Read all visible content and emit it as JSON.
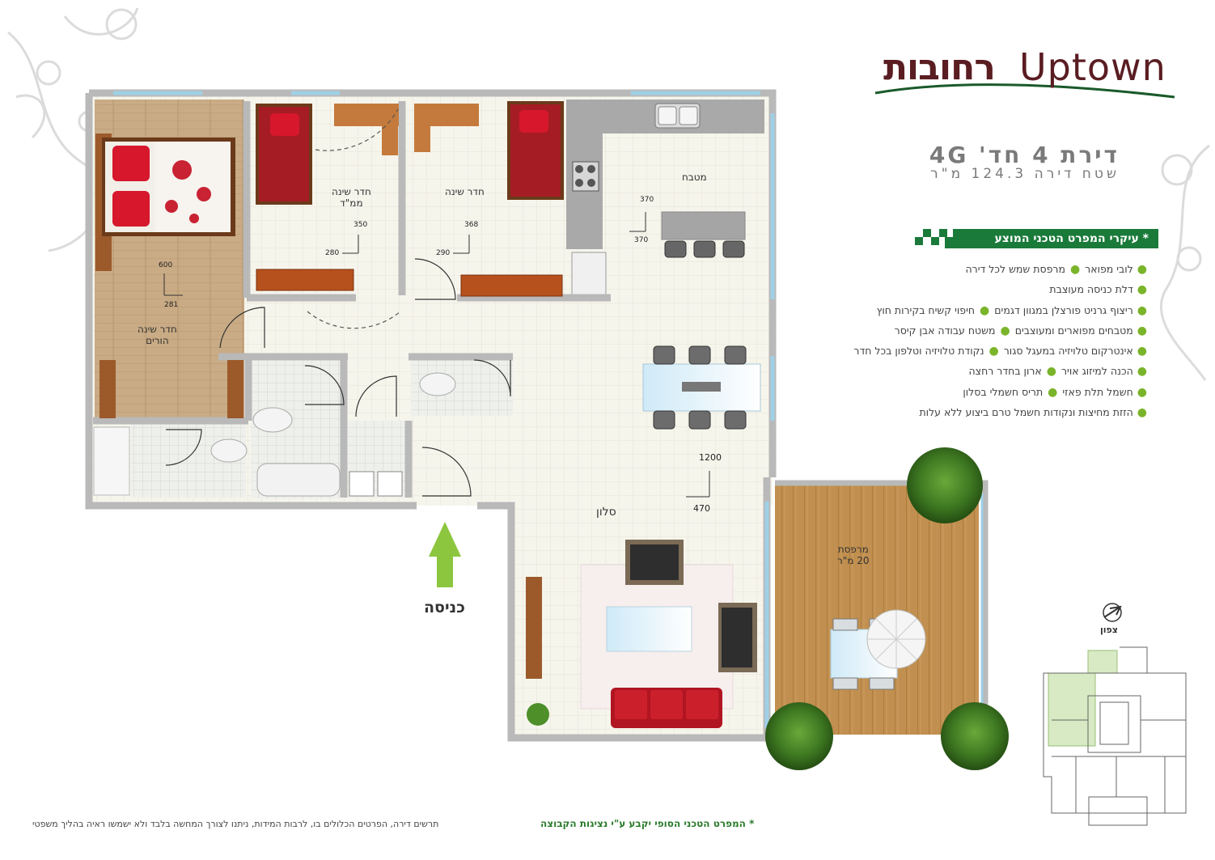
{
  "brand": {
    "name_he": "רחובות",
    "name_en": "Uptown"
  },
  "apartment": {
    "title": "דירת 4 חד' 4G",
    "area": "שטח דירה 124.3 מ\"ר"
  },
  "specs": {
    "heading": "* עיקרי המפרט הטכני המוצע",
    "rows": [
      [
        "לובי מפואר",
        "מרפסת שמש לכל דירה"
      ],
      [
        "דלת כניסה מעוצבת"
      ],
      [
        "ריצוף גרניט פורצלן במגוון דגמים",
        "חיפוי קשיח בקירות חוץ"
      ],
      [
        "מטבחים מפוארים ומעוצבים",
        "משטח עבודה אבן קיסר"
      ],
      [
        "אינטרקום טלויזיה במעגל סגור",
        "נקודת טלויזיה וטלפון בכל חדר"
      ],
      [
        "הכנה למיזוג אויר",
        "ארון בחדר רחצה"
      ],
      [
        "חשמל תלת פאזי",
        "תריס חשמלי בסלון"
      ],
      [
        "הזזת מחיצות ונקודות חשמל טרם ביצוע ללא עלות"
      ]
    ]
  },
  "rooms": {
    "master": "חדר שינה\nהורים",
    "safe_room": "חדר שינה\nממ\"ד",
    "bedroom": "חדר שינה",
    "kitchen": "מטבח",
    "living": "סלון",
    "balcony": "מרפסת\n20 מ\"ר"
  },
  "dimensions": {
    "master": [
      "600",
      "281"
    ],
    "safe_room": [
      "350",
      "280"
    ],
    "bedroom": [
      "368",
      "290"
    ],
    "kitchen": [
      "370",
      "370"
    ],
    "living": [
      "1200",
      "470"
    ]
  },
  "entrance": "כניסה",
  "north": "צפון",
  "footer": {
    "disclaimer": "תרשים דירה, הפרטים הכלולים בו, לרבות המידות, ניתנו לצורך המחשה בלבד ולא ישמשו ראיה בהליך משפטי",
    "spec_note": "* המפרט הטכני הסופי יקבע ע\"י נציגות הקבוצה"
  },
  "colors": {
    "wall": "#b9b9b9",
    "floor_tile": "#f5f4ea",
    "wood": "#c7a882",
    "brand_red": "#5a1d22",
    "spec_green": "#1a7a3a",
    "bullet_green": "#7ab42a",
    "entrance_arrow": "#8cc63f"
  }
}
